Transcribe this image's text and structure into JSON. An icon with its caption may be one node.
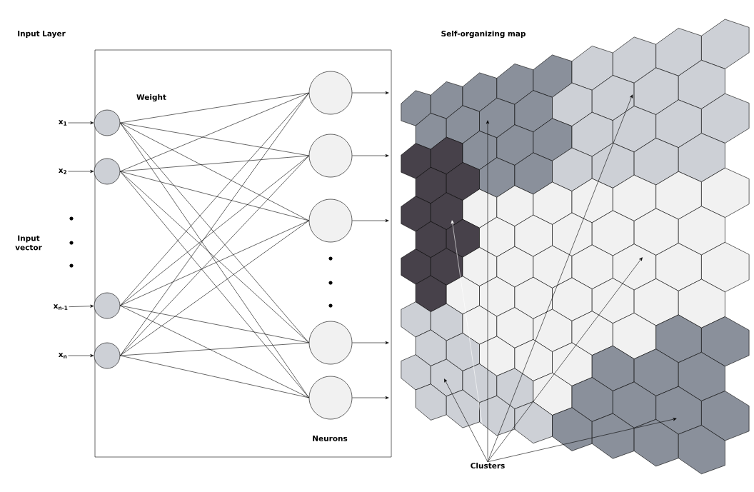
{
  "diagram": {
    "nodes": [
      {
        "text": [
          "Weight",
          "Neurons"
        ]
      },
      {
        "text": [],
        "shape": "circle",
        "in": 0
      },
      {
        "text": [],
        "shape": "circle",
        "in": 0
      },
      {
        "text": [],
        "shape": "circle",
        "in": 0
      },
      {
        "text": [],
        "shape": "circle",
        "in": 0
      },
      {
        "text": [],
        "shape": "circle",
        "in": 0
      },
      {
        "text": [],
        "shape": "circle",
        "in": 0
      },
      {
        "text": [],
        "shape": "circle",
        "in": 0
      },
      {
        "text": [],
        "shape": "circle",
        "in": 0
      },
      {
        "text": [],
        "shape": "circle",
        "in": 0
      },
      {
        "text": [
          "x$_{1}$"
        ]
      },
      {
        "text": [
          "x$_{2}$"
        ]
      },
      {
        "text": [
          "x$_{n-1}$"
        ]
      },
      {
        "text": [
          "x$_{n}$"
        ]
      },
      {
        "text": [
          "Clusters"
        ]
      },
      {
        "text": [],
        "shape": "hexagon"
      },
      {
        "text": [],
        "shape": "hexagon"
      },
      {
        "text": [],
        "shape": "hexagon"
      },
      {
        "text": [],
        "shape": "hexagon"
      },
      {
        "text": [],
        "shape": "hexagon"
      },
      {
        "text": [],
        "shape": "hexagon"
      }
    ],
    "edges": [
      {
        "from": 10,
        "to": 1,
        "arrow": "to"
      },
      {
        "from": 11,
        "to": 2,
        "arrow": "to"
      },
      {
        "from": 12,
        "to": 3,
        "arrow": "to"
      },
      {
        "from": 13,
        "to": 4,
        "arrow": "to"
      },
      {
        "from": 1,
        "to": 5,
        "arrow": "none"
      },
      {
        "from": 1,
        "to": 6,
        "arrow": "none"
      },
      {
        "from": 1,
        "to": 7,
        "arrow": "none"
      },
      {
        "from": 1,
        "to": 8,
        "arrow": "none"
      },
      {
        "from": 1,
        "to": 9,
        "arrow": "none"
      },
      {
        "from": 2,
        "to": 5,
        "arrow": "none"
      },
      {
        "from": 2,
        "to": 6,
        "arrow": "none"
      },
      {
        "from": 2,
        "to": 7,
        "arrow": "none"
      },
      {
        "from": 2,
        "to": 8,
        "arrow": "none"
      },
      {
        "from": 2,
        "to": 9,
        "arrow": "none"
      },
      {
        "from": 3,
        "to": 5,
        "arrow": "none"
      },
      {
        "from": 3,
        "to": 6,
        "arrow": "none"
      },
      {
        "from": 3,
        "to": 7,
        "arrow": "none"
      },
      {
        "from": 3,
        "to": 8,
        "arrow": "none"
      },
      {
        "from": 3,
        "to": 9,
        "arrow": "none"
      },
      {
        "from": 4,
        "to": 5,
        "arrow": "none"
      },
      {
        "from": 4,
        "to": 6,
        "arrow": "none"
      },
      {
        "from": 4,
        "to": 7,
        "arrow": "none"
      },
      {
        "from": 4,
        "to": 8,
        "arrow": "none"
      },
      {
        "from": 4,
        "to": 9,
        "arrow": "none"
      },
      {
        "from": 5,
        "to": null,
        "arrow": "to"
      },
      {
        "from": 6,
        "to": null,
        "arrow": "to"
      },
      {
        "from": 7,
        "to": null,
        "arrow": "to"
      },
      {
        "from": 8,
        "to": null,
        "arrow": "to"
      },
      {
        "from": 9,
        "to": null,
        "arrow": "to"
      },
      {
        "from": 14,
        "to": 17,
        "arrow": "to"
      },
      {
        "from": 14,
        "to": 15,
        "arrow": "to",
        "color": "#ffffff"
      },
      {
        "from": 14,
        "to": 18,
        "arrow": "to"
      },
      {
        "from": 14,
        "to": 19,
        "arrow": "to"
      },
      {
        "from": 14,
        "to": 16,
        "arrow": "to"
      },
      {
        "from": 14,
        "to": 20,
        "arrow": "to"
      }
    ],
    "labels": [
      "Input Layer",
      "Self-organizing map",
      "Input vector"
    ]
  }
}
